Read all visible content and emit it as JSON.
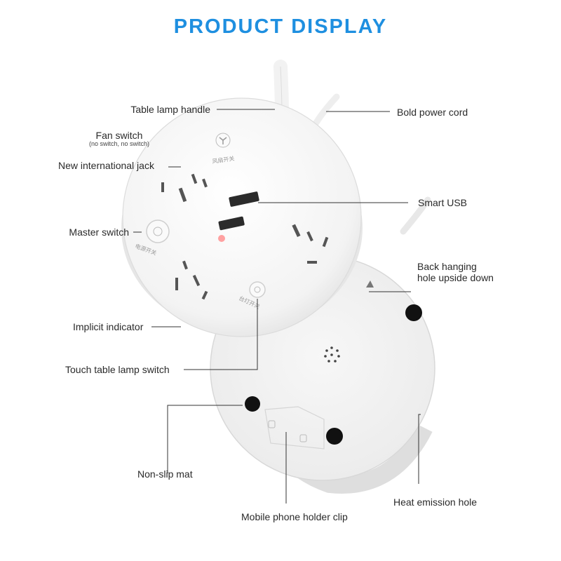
{
  "header": {
    "title": "PRODUCT DISPLAY"
  },
  "labels": {
    "table_lamp_handle": "Table lamp handle",
    "bold_power_cord": "Bold power cord",
    "fan_switch": "Fan switch",
    "fan_switch_note": "(no switch, no switch)",
    "new_international_jack": "New international jack",
    "smart_usb": "Smart USB",
    "master_switch": "Master switch",
    "back_hanging_hole_line1": "Back hanging",
    "back_hanging_hole_line2": "hole upside down",
    "implicit_indicator": "Implicit indicator",
    "touch_table_lamp_switch": "Touch table lamp switch",
    "non_slip_mat": "Non-slip mat",
    "heat_emission_hole": "Heat emission hole",
    "mobile_phone_holder_clip": "Mobile phone holder clip"
  },
  "device_print": {
    "fan_switch_text": "风扇开关",
    "master_switch_text": "电源开关",
    "lamp_switch_text": "台灯开关"
  },
  "colors": {
    "title": "#1e8fe0",
    "leader": "#333333",
    "device": "#f4f4f4",
    "indicator": "#ff8a8a"
  }
}
